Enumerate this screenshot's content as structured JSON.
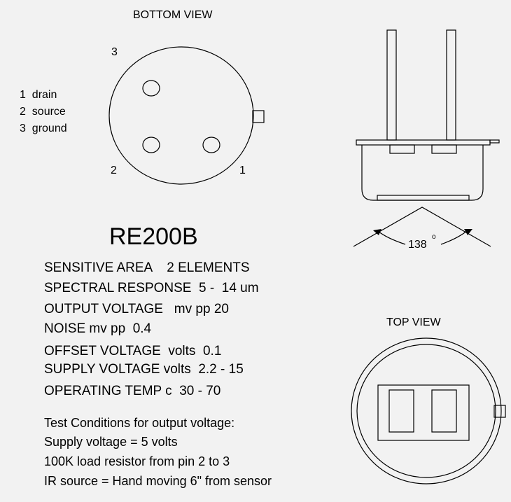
{
  "bottom_view": {
    "title": "BOTTOM VIEW",
    "pin_labels": {
      "pin1": "1",
      "pin2": "2",
      "pin3": "3"
    },
    "legend": [
      "1  drain",
      "2  source",
      "3  ground"
    ]
  },
  "side_view": {
    "angle_label": "138",
    "angle_unit": "o"
  },
  "top_view": {
    "title": "TOP VIEW"
  },
  "part_number": "RE200B",
  "specs": [
    "SENSITIVE AREA    2 ELEMENTS",
    "SPECTRAL RESPONSE  5 -  14 um",
    "OUTPUT VOLTAGE   mv pp 20",
    "NOISE mv pp  0.4",
    "OFFSET VOLTAGE  volts  0.1",
    "SUPPLY VOLTAGE volts  2.2 - 15",
    "OPERATING TEMP c  30 - 70"
  ],
  "test_conditions": [
    "Test Conditions for output voltage:",
    "Supply voltage = 5 volts",
    "100K load resistor from pin 2 to 3",
    "IR source = Hand moving 6\" from sensor"
  ],
  "colors": {
    "background": "#f2f2f2",
    "ink": "#000000"
  }
}
